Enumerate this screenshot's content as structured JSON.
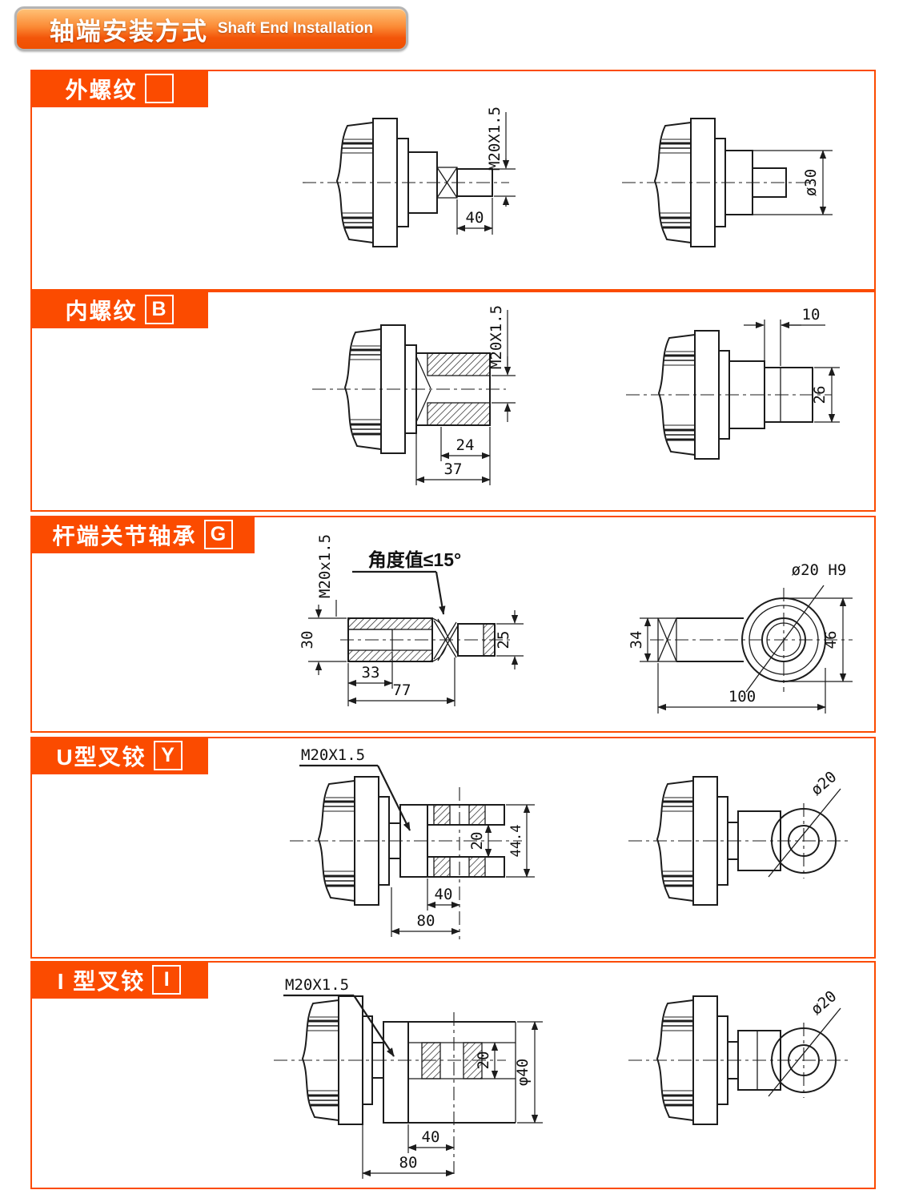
{
  "banner": {
    "title_zh": "轴端安装方式",
    "title_en": "Shaft End Installation"
  },
  "colors": {
    "accent": "#fb4b00",
    "line": "#1c1c1c",
    "banner_border": "#b4b4b4",
    "banner_gradient_top": "#ffc277",
    "banner_gradient_bottom": "#ef5000"
  },
  "sections": [
    {
      "title": "外螺纹",
      "code": "",
      "front": {
        "thread": "M20X1.5",
        "length": "40"
      },
      "side": {
        "diameter": "ø30"
      }
    },
    {
      "title": "内螺纹",
      "code": "B",
      "front": {
        "thread": "M20X1.5",
        "thread_depth": "24",
        "hole_depth": "37"
      },
      "side": {
        "step": "10",
        "diameter": "26"
      }
    },
    {
      "title": "杆端关节轴承",
      "code": "G",
      "front": {
        "thread": "M20x1.5",
        "angle": "角度值≤15°",
        "rod_dia": "30",
        "end_dia": "25",
        "bore_depth": "33",
        "length": "77"
      },
      "side": {
        "bore": "ø20 H9",
        "shaft_dia": "34",
        "head_width": "46",
        "length": "100"
      }
    },
    {
      "title": "U型叉铰",
      "code": "Y",
      "front": {
        "thread": "M20X1.5",
        "slot_width": "20",
        "fork_width": "44.4",
        "pin_offset": "40",
        "length": "80"
      },
      "side": {
        "pin_dia": "ø20"
      }
    },
    {
      "title": "I 型叉铰",
      "code": "I",
      "front": {
        "thread": "M20X1.5",
        "tongue_width": "20",
        "boss_dia": "φ40",
        "pin_offset": "40",
        "length": "80"
      },
      "side": {
        "pin_dia": "ø20"
      }
    }
  ]
}
